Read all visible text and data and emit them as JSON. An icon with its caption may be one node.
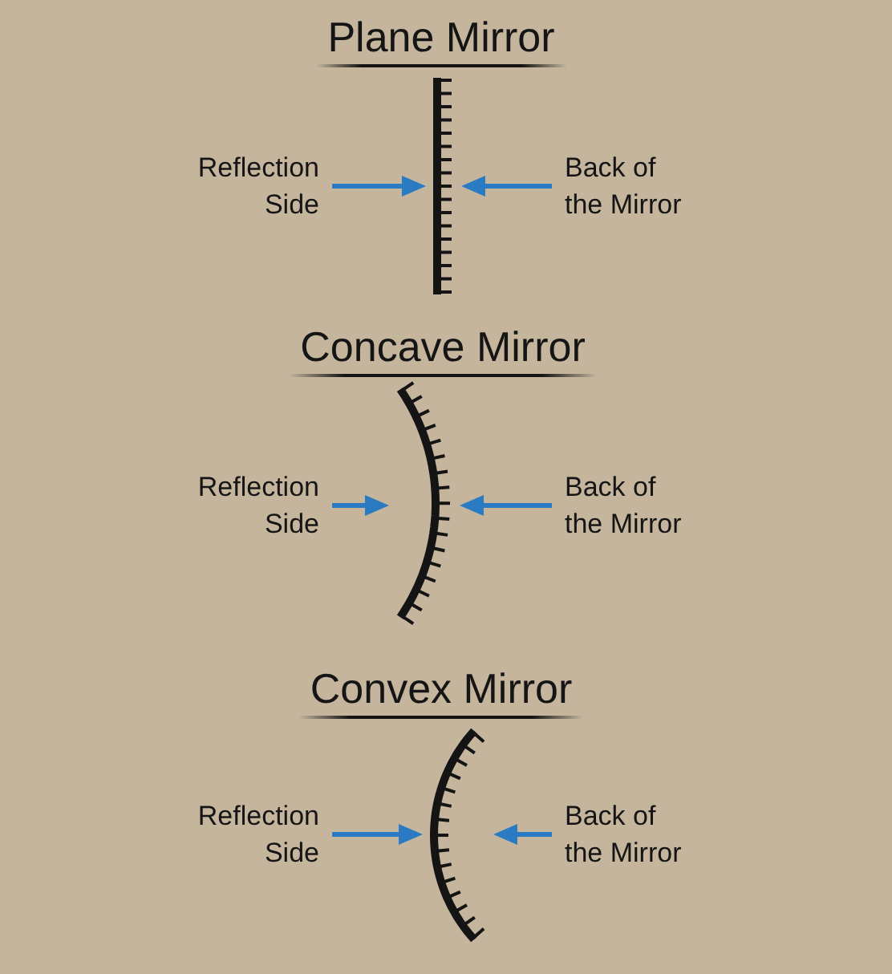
{
  "diagram": {
    "nodes": [
      {
        "text": [],
        "shape": "bar",
        "beside": [
          "Plane Mirror"
        ]
      },
      {
        "text": [
          "Reflection Side"
        ]
      },
      {
        "text": [
          "Back of the Mirror"
        ]
      },
      {
        "text": [],
        "shape": "arc",
        "beside": [
          "Concave Mirror"
        ]
      },
      {
        "text": [
          "Reflection Side"
        ]
      },
      {
        "text": [
          "Back of the Mirror"
        ]
      },
      {
        "text": [],
        "shape": "arc",
        "beside": [
          "Convex Mirror"
        ]
      },
      {
        "text": [
          "Reflection Side"
        ]
      },
      {
        "text": [
          "Back of the Mirror"
        ]
      }
    ],
    "edges": [
      {
        "from": 1,
        "to": 0,
        "arrow": "to"
      },
      {
        "from": 2,
        "to": 0,
        "arrow": "to"
      },
      {
        "from": 4,
        "to": 3,
        "arrow": "to"
      },
      {
        "from": 5,
        "to": 3,
        "arrow": "to"
      },
      {
        "from": 7,
        "to": 6,
        "arrow": "to"
      },
      {
        "from": 8,
        "to": 6,
        "arrow": "to"
      }
    ]
  }
}
